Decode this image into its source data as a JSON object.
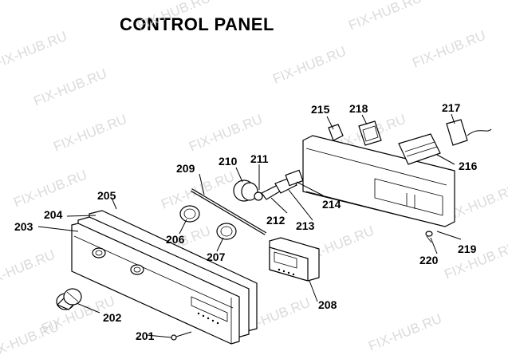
{
  "title": "CONTROL PANEL",
  "watermark": "FIX-HUB.RU",
  "labels": {
    "p201": "201",
    "p202": "202",
    "p203": "203",
    "p204": "204",
    "p205": "205",
    "p206": "206",
    "p207": "207",
    "p208": "208",
    "p209": "209",
    "p210": "210",
    "p211": "211",
    "p212": "212",
    "p213": "213",
    "p214": "214",
    "p215": "215",
    "p216": "216",
    "p217": "217",
    "p218": "218",
    "p219": "219",
    "p220": "220"
  }
}
